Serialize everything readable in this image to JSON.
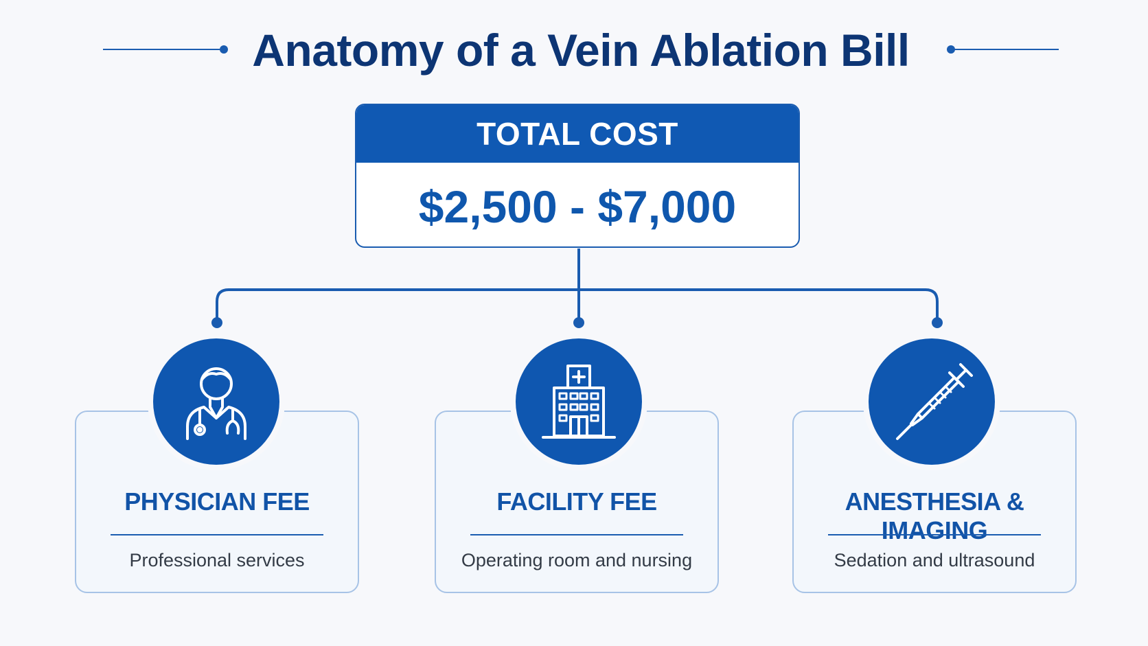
{
  "title": "Anatomy of a Vein Ablation Bill",
  "total": {
    "label": "TOTAL COST",
    "value": "$2,500 - $7,000"
  },
  "components": [
    {
      "title": "PHYSICIAN FEE",
      "description": "Professional services",
      "icon": "physician-icon"
    },
    {
      "title": "FACILITY FEE",
      "description": "Operating room and nursing",
      "icon": "hospital-icon"
    },
    {
      "title": "ANESTHESIA & IMAGING",
      "description": "Sedation and ultrasound",
      "icon": "syringe-icon"
    }
  ],
  "colors": {
    "primary": "#1059b3",
    "title": "#0d3574",
    "card_border": "#a7c3e6",
    "background": "#f7f8fb"
  }
}
